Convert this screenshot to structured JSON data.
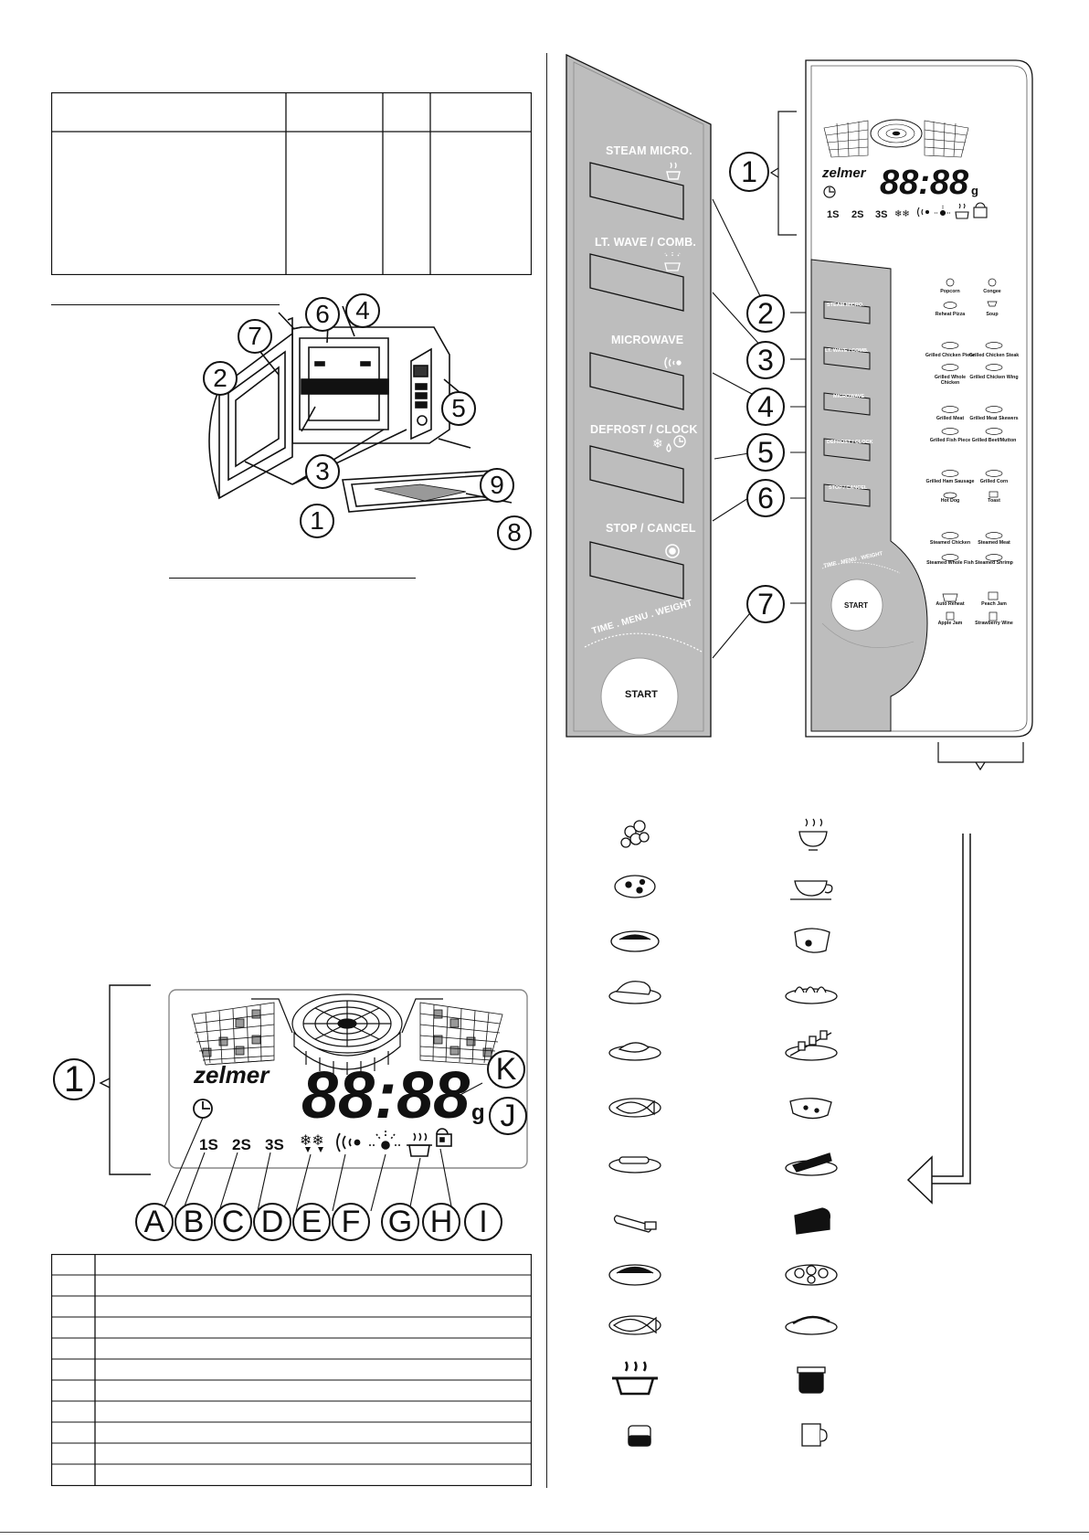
{
  "right_panel": {
    "buttons": [
      {
        "label": "STEAM MICRO."
      },
      {
        "label": "LT. WAVE / COMB."
      },
      {
        "label": "MICROWAVE"
      },
      {
        "label": "DEFROST / CLOCK"
      },
      {
        "label": "STOP / CANCEL"
      }
    ],
    "dial_label": "TIME . MENU . WEIGHT",
    "start_label": "START",
    "callouts": [
      "1",
      "2",
      "3",
      "4",
      "5",
      "6",
      "7"
    ],
    "small_buttons": [
      "STEAM MICRO.",
      "LT. WAVE / COMB.",
      "MICROWAVE",
      "DEFROST / CLOCK",
      "STOP / CANCEL"
    ],
    "small_start": "START",
    "small_dial": "TIME . MENU . WEIGHT",
    "food_labels": [
      [
        "Popcorn",
        "Congee"
      ],
      [
        "Reheat Pizza",
        "Soup"
      ],
      [
        "Grilled Chicken Piece",
        "Grilled Chicken Steak"
      ],
      [
        "Grilled Whole Chicken",
        "Grilled Chicken Wing"
      ],
      [
        "Grilled Meat",
        "Grilled Meat Skewers"
      ],
      [
        "Grilled Fish Piece",
        "Grilled Beef/Mutton"
      ],
      [
        "Grilled Ham Sausage",
        "Grilled Corn"
      ],
      [
        "Hot Dog",
        "Toast"
      ],
      [
        "Steamed Chicken",
        "Steamed Meat"
      ],
      [
        "Steamed Whole Fish",
        "Steamed Shrimp"
      ],
      [
        "Auto Reheat",
        "Peach Jam"
      ],
      [
        "Apple Jam",
        "Strawberry Wine"
      ]
    ]
  },
  "display": {
    "brand": "zelmer",
    "digits": "88:88",
    "unit": "g",
    "indicators": [
      "1S",
      "2S",
      "3S"
    ],
    "callout_main": "1",
    "letters": [
      "A",
      "B",
      "C",
      "D",
      "E",
      "F",
      "G",
      "H",
      "I"
    ],
    "letter_k": "K",
    "letter_j": "J"
  },
  "microwave_diagram": {
    "callouts": [
      "1",
      "2",
      "3",
      "4",
      "5",
      "6",
      "7",
      "8",
      "9"
    ]
  }
}
